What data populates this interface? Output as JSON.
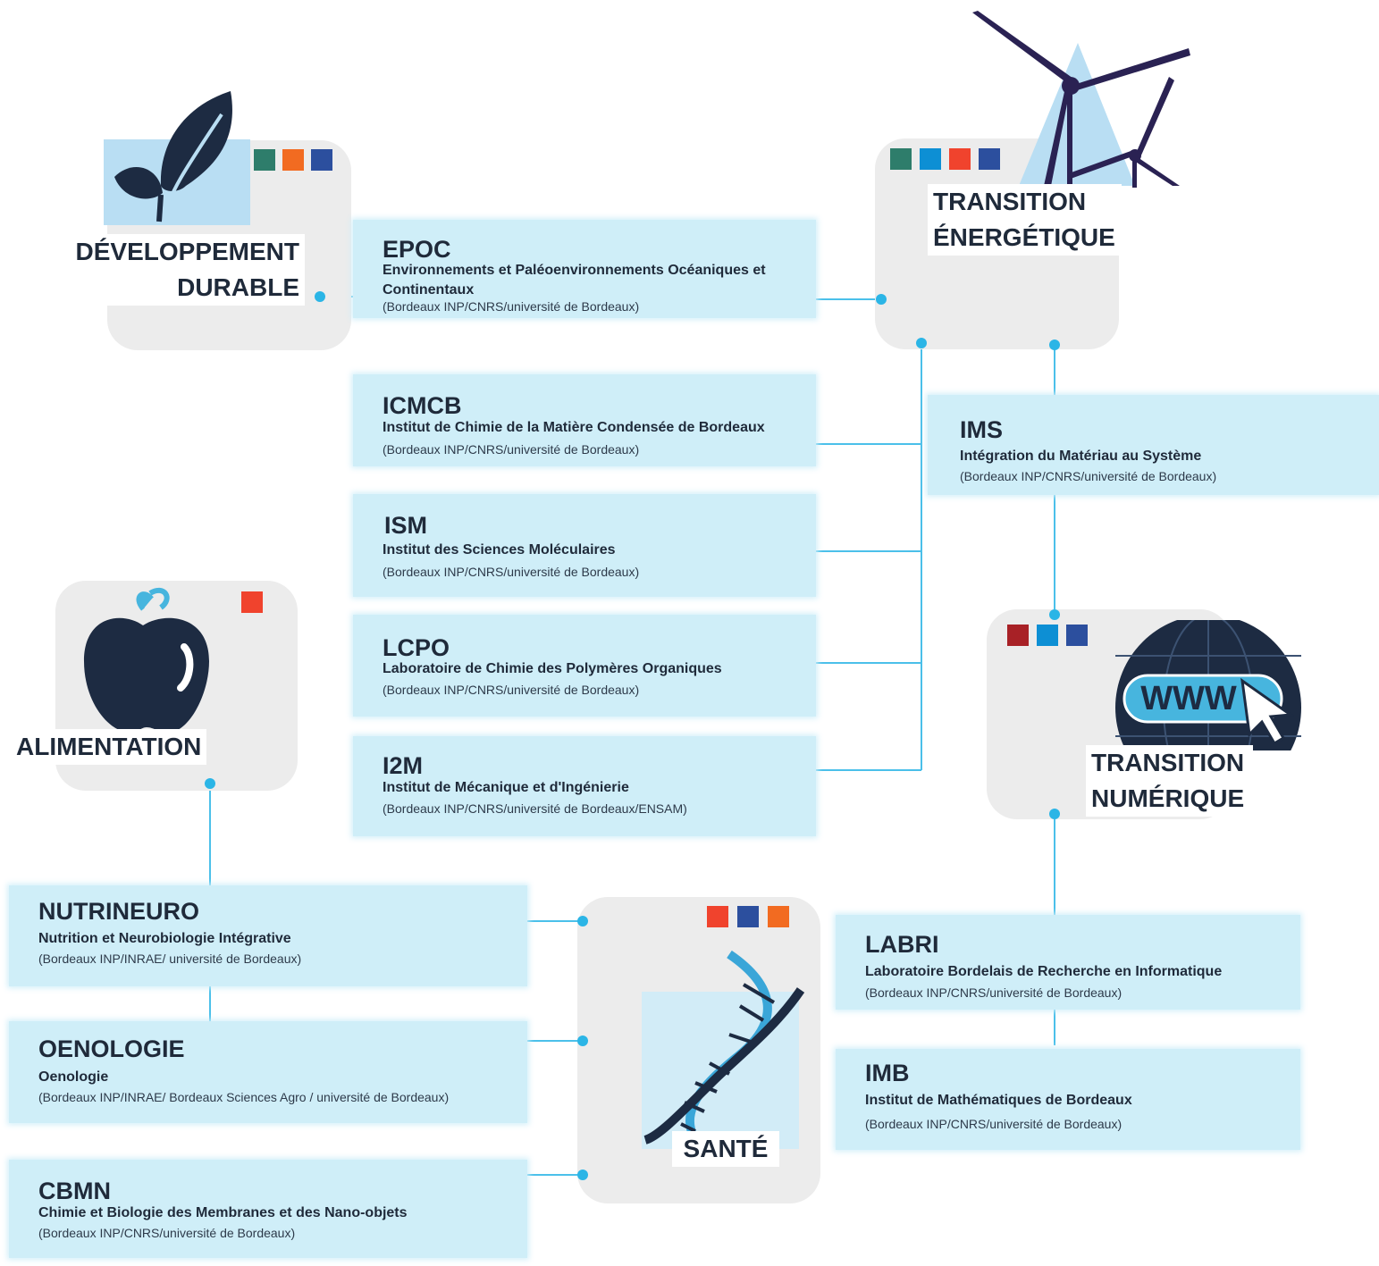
{
  "colors": {
    "wire": "#2bb5e6",
    "card": "#ececec",
    "lab_bg": "#cfeef8",
    "text": "#1f2a3a",
    "icon_dark": "#1d2b42",
    "icon_light_blue": "#b9def3"
  },
  "themes": {
    "developpement": {
      "title": "DÉVELOPPEMENT\nDURABLE",
      "icon": "leaf-icon",
      "tags": [
        "#2e7d6b",
        "#f26b21",
        "#2c4f9e"
      ]
    },
    "energetique": {
      "title": "TRANSITION\nÉNERGÉTIQUE",
      "icon": "wind-turbine-icon",
      "tags": [
        "#2e7d6b",
        "#0d8fd4",
        "#f0432d",
        "#2c4f9e"
      ]
    },
    "alimentation": {
      "title": "ALIMENTATION",
      "icon": "apple-icon",
      "tags": [
        "#f0432d"
      ]
    },
    "numerique": {
      "title": "TRANSITION\nNUMÉRIQUE",
      "icon": "www-globe-icon",
      "www_text": "WWW",
      "tags": [
        "#a82126",
        "#0d8fd4",
        "#2c4f9e"
      ]
    },
    "sante": {
      "title": "SANTÉ",
      "icon": "dna-icon",
      "tags": [
        "#f0432d",
        "#2c4f9e",
        "#f26b21"
      ]
    }
  },
  "labs": {
    "epoc": {
      "code": "EPOC",
      "name": "Environnements et Paléoenvironnements Océaniques et\nContinentaux",
      "aff": "(Bordeaux INP/CNRS/université de Bordeaux)"
    },
    "icmcb": {
      "code": "ICMCB",
      "name": "Institut de Chimie de la Matière Condensée de Bordeaux",
      "aff": "(Bordeaux INP/CNRS/université de Bordeaux)"
    },
    "ism": {
      "code": "ISM",
      "name": "Institut des Sciences Moléculaires",
      "aff": "(Bordeaux INP/CNRS/université de Bordeaux)"
    },
    "lcpo": {
      "code": "LCPO",
      "name": "Laboratoire de Chimie des Polymères Organiques",
      "aff": "(Bordeaux INP/CNRS/université de Bordeaux)"
    },
    "i2m": {
      "code": "I2M",
      "name": "Institut de Mécanique et d'Ingénierie",
      "aff": "(Bordeaux INP/CNRS/université de Bordeaux/ENSAM)"
    },
    "ims": {
      "code": "IMS",
      "name": "Intégration du Matériau au Système",
      "aff": "(Bordeaux INP/CNRS/université de Bordeaux)"
    },
    "nutrineuro": {
      "code": "NUTRINEURO",
      "name": "Nutrition et Neurobiologie Intégrative",
      "aff": "(Bordeaux INP/INRAE/ université de Bordeaux)"
    },
    "oenologie": {
      "code": "OENOLOGIE",
      "name": "Oenologie",
      "aff": "(Bordeaux INP/INRAE/ Bordeaux Sciences Agro / université de Bordeaux)"
    },
    "cbmn": {
      "code": "CBMN",
      "name": "Chimie et Biologie des Membranes et des Nano-objets",
      "aff": "(Bordeaux INP/CNRS/université de Bordeaux)"
    },
    "labri": {
      "code": "LABRI",
      "name": "Laboratoire Bordelais de Recherche en Informatique",
      "aff": "(Bordeaux INP/CNRS/université de Bordeaux)"
    },
    "imb": {
      "code": "IMB",
      "name": "Institut de Mathématiques de Bordeaux",
      "aff": "(Bordeaux INP/CNRS/université de Bordeaux)"
    }
  }
}
